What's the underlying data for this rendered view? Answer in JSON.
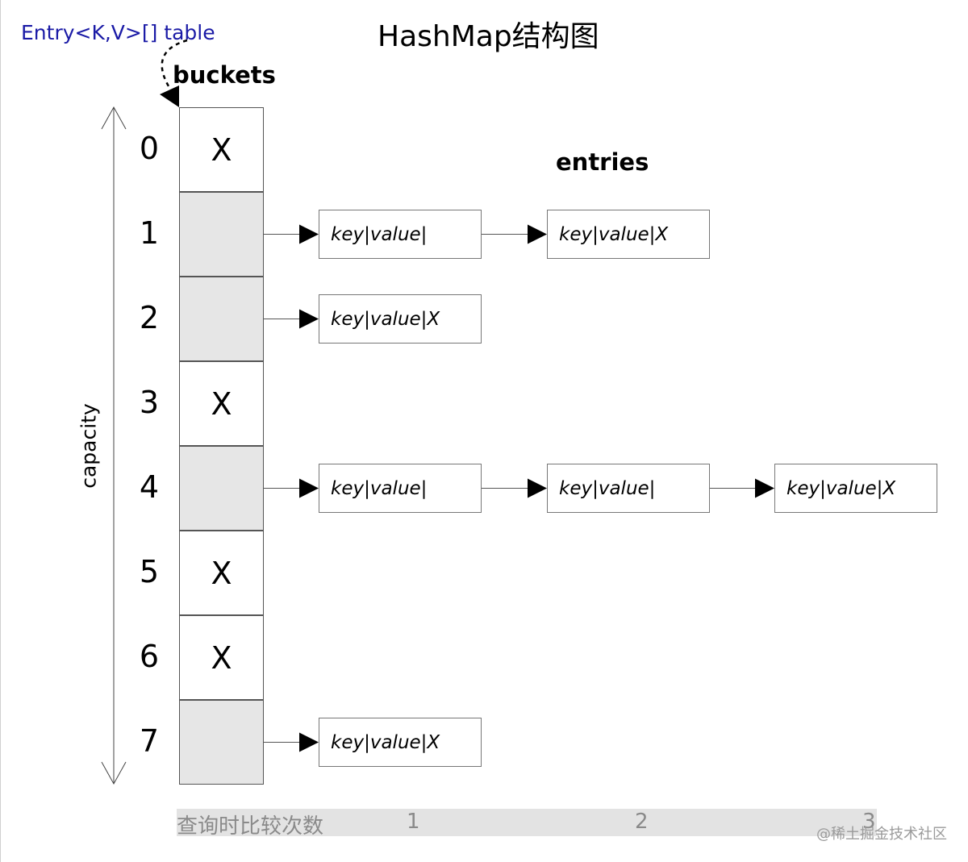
{
  "title": "HashMap结构图",
  "table_label": "Entry<K,V>[] table",
  "buckets_label": "buckets",
  "entries_label": "entries",
  "capacity_label": "capacity",
  "null_mark": "X",
  "entry_parts": {
    "key": "key",
    "sep": "|",
    "value": "value"
  },
  "buckets": [
    {
      "index": "0",
      "has_chain": false,
      "chain_length": 0
    },
    {
      "index": "1",
      "has_chain": true,
      "chain_length": 2
    },
    {
      "index": "2",
      "has_chain": true,
      "chain_length": 1
    },
    {
      "index": "3",
      "has_chain": false,
      "chain_length": 0
    },
    {
      "index": "4",
      "has_chain": true,
      "chain_length": 3
    },
    {
      "index": "5",
      "has_chain": false,
      "chain_length": 0
    },
    {
      "index": "6",
      "has_chain": false,
      "chain_length": 0
    },
    {
      "index": "7",
      "has_chain": true,
      "chain_length": 1
    }
  ],
  "query": {
    "label": "查询时比较次数",
    "counts": [
      "1",
      "2",
      "3"
    ]
  },
  "watermark": "@稀土掘金技术社区",
  "colors": {
    "table_label": "#1a1aa6",
    "filled_bucket": "#e6e6e6",
    "query_bar": "#e3e3e3",
    "query_text": "#8a8a8a"
  }
}
